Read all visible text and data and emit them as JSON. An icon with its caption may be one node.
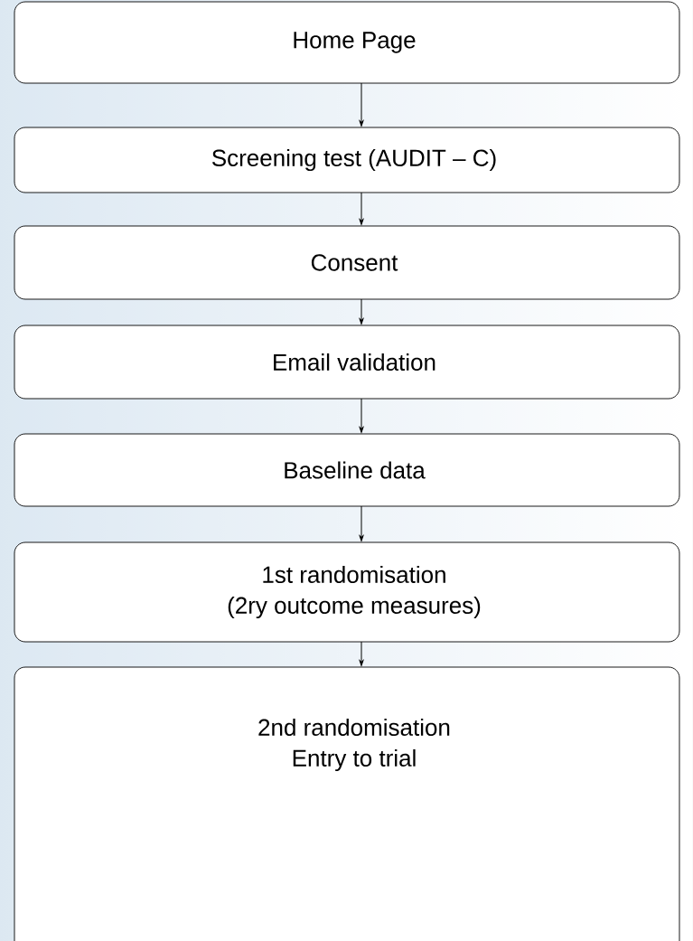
{
  "diagram": {
    "nodes": [
      {
        "text": [
          "Home Page"
        ]
      },
      {
        "text": [
          "Screening test (AUDIT – C)"
        ]
      },
      {
        "text": [
          "Consent"
        ]
      },
      {
        "text": [
          "Email validation"
        ]
      },
      {
        "text": [
          "Baseline data"
        ]
      },
      {
        "text": [
          "1st randomisation",
          "(2ry outcome measures)"
        ]
      },
      {
        "text": [
          "2nd randomisation",
          "Entry to trial"
        ]
      }
    ],
    "edges": [
      {
        "from": 0,
        "to": 1,
        "arrow": "to"
      },
      {
        "from": 1,
        "to": 2,
        "arrow": "to"
      },
      {
        "from": 2,
        "to": 3,
        "arrow": "to"
      },
      {
        "from": 3,
        "to": 4,
        "arrow": "to"
      },
      {
        "from": 4,
        "to": 5,
        "arrow": "to"
      },
      {
        "from": 5,
        "to": 6,
        "arrow": "to"
      }
    ]
  }
}
